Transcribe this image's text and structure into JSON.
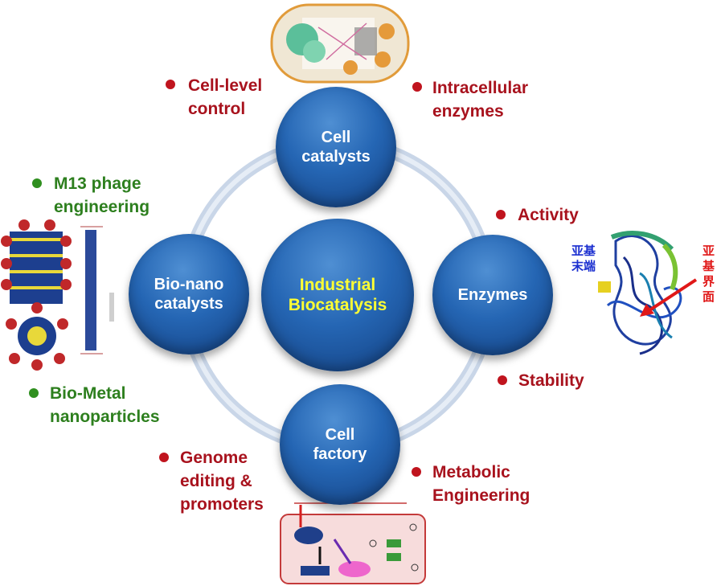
{
  "center": {
    "line1": "Industrial",
    "line2": "Biocatalysis"
  },
  "nodes": {
    "cell_catalysts": {
      "line1": "Cell",
      "line2": "catalysts"
    },
    "enzymes": {
      "line1": "Enzymes"
    },
    "cell_factory": {
      "line1": "Cell",
      "line2": "factory"
    },
    "bio_nano": {
      "line1": "Bio-nano",
      "line2": "catalysts"
    }
  },
  "labels": {
    "cell_level": {
      "line1": "Cell-level",
      "line2": "control"
    },
    "intracellular": {
      "line1": "Intracellular",
      "line2": "enzymes"
    },
    "activity": "Activity",
    "stability": "Stability",
    "metabolic": {
      "line1": "Metabolic",
      "line2": "Engineering"
    },
    "genome": {
      "line1": "Genome",
      "line2": "editing &",
      "line3": "promoters"
    },
    "m13": {
      "line1": "M13 phage",
      "line2": "engineering"
    },
    "biometal": {
      "line1": "Bio-Metal",
      "line2": "nanoparticles"
    }
  },
  "protein_annotations": {
    "left": {
      "line1": "亚基",
      "line2": "末端"
    },
    "right": {
      "line1": "亚",
      "line2": "基",
      "line3": "界",
      "line4": "面"
    }
  },
  "colors": {
    "label_red": "#a8121d",
    "label_green": "#2d7f1e",
    "node_blue": "#2566b4",
    "center_text": "#ffff33",
    "ring": "#c9d6e8"
  }
}
